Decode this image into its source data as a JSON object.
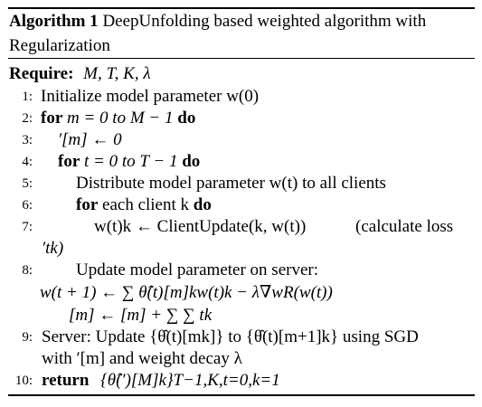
{
  "caption": {
    "label": "Algorithm 1",
    "title": "DeepUnfolding based weighted algorithm with Regularization"
  },
  "require": {
    "keyword": "Require:",
    "vars": "M, T, K, λ"
  },
  "lines": [
    {
      "num": "1:",
      "text": "Initialize model parameter w(0)"
    },
    {
      "num": "2:",
      "kw1": "for",
      "text": " m = 0 to M − 1 ",
      "kw2": "do"
    },
    {
      "num": "3:",
      "text": "′[m] ← 0"
    },
    {
      "num": "4:",
      "kw1": "for",
      "text": " t = 0 to T − 1 ",
      "kw2": "do"
    },
    {
      "num": "5:",
      "text": "Distribute model parameter w(t) to all clients"
    },
    {
      "num": "6:",
      "kw1": "for",
      "text": " each client k ",
      "kw2": "do"
    },
    {
      "num": "7:",
      "text": "w(t)k ← ClientUpdate(k, w(t))",
      "comment": "(calculate loss",
      "cont": "′tk)"
    },
    {
      "num": "8:",
      "text": "Update model parameter on server:",
      "eq1": "w(t + 1) ← ∑ θ̂(t)[m]kw(t)k − λ∇wR(w(t))",
      "eq2": "[m] ← [m] + ∑ ∑ tk"
    },
    {
      "num": "9:",
      "text": "Server: Update {θ̂(t)[mk]} to {θ̂(t)[m+1]k} using SGD",
      "cont": "with ′[m] and weight decay λ"
    },
    {
      "num": "10:",
      "kw1": "return",
      "text": "{θ̂(′)[M]k}T−1,K,t=0,k=1"
    }
  ]
}
